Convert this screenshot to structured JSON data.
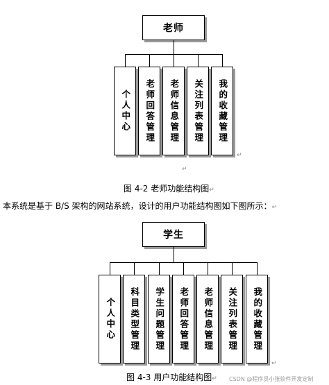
{
  "diagram1": {
    "root": "老师",
    "children": [
      "个人中心",
      "老师回答管理",
      "老师信息管理",
      "关注列表管理",
      "我的收藏管理"
    ],
    "caption": "图 4-2 老师功能结构图"
  },
  "paragraph": "本系统是基于 B/S 架构的网站系统，设计的用户功能结构图如下图所示：",
  "diagram2": {
    "root": "学生",
    "children": [
      "个人中心",
      "科目类型管理",
      "学生问题管理",
      "老师回答管理",
      "老师信息管理",
      "关注列表管理",
      "我的收藏管理"
    ],
    "caption": "图 4-3 用户功能结构图"
  },
  "marks": {
    "return": "↵"
  },
  "watermark": "CSDN @程序员小张软件开发定制"
}
